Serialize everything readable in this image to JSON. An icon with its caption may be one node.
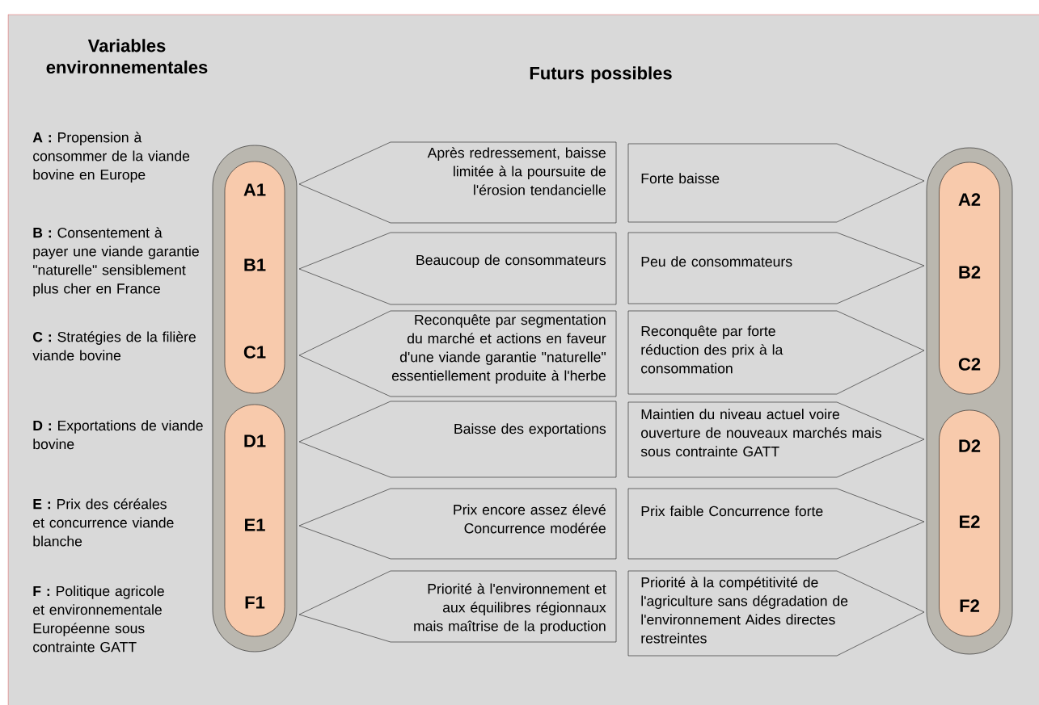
{
  "diagram": {
    "nodes": [
      {
        "text": [],
        "shape": "capsule"
      },
      {
        "text": [
          "A1",
          "B1",
          "C1"
        ],
        "in": 0
      },
      {
        "text": [
          "D1",
          "E1",
          "F1"
        ],
        "in": 0
      },
      {
        "text": [
          "Après redressement,  baisse limitée à la poursuite de l'érosion tendancielle"
        ]
      },
      {
        "text": [
          "Forte baisse"
        ]
      },
      {
        "text": [
          "Beaucoup de consommateurs"
        ]
      },
      {
        "text": [
          "Peu de consommateurs"
        ]
      },
      {
        "text": [
          "Reconquête par segmentation du marché et actions en faveur d'une viande garantie \"naturelle\" essentiellement produite à l'herbe"
        ]
      },
      {
        "text": [
          "Reconquête par forte réduction  des prix à la consommation"
        ]
      },
      {
        "text": [
          "Baisse des exportations"
        ]
      },
      {
        "text": [
          "Maintien du niveau actuel voire ouverture de nouveaux marchés mais sous contrainte GATT"
        ]
      },
      {
        "text": [
          "Prix encore assez élevé Concurrence modérée"
        ]
      },
      {
        "text": [
          "Prix faible Concurrence forte"
        ]
      },
      {
        "text": [
          "Priorité à l'environnement et aux équilibres régionnaux mais maîtrise de la production"
        ]
      },
      {
        "text": [
          "Priorité à la compétitivité de l'agriculture sans dégradation de l'environnement Aides directes restreintes"
        ]
      },
      {
        "text": [],
        "shape": "capsule"
      },
      {
        "text": [
          "A2",
          "B2",
          "C2"
        ],
        "in": 15
      },
      {
        "text": [
          "D2",
          "E2",
          "F2"
        ],
        "in": 15
      }
    ],
    "labels": [
      "Variables environnementales",
      "Futurs possibles",
      "**A :** Propension à consommer de la viande bovine en Europe",
      "**B :** Consentement à payer une viande garantie \"naturelle\" sensiblement plus cher en France",
      "**C :** Stratégies de la filière viande bovine",
      "**D :** Exportations de viande bovine",
      "**E :** Prix des céréales et concurrence viande blanche",
      "**F :** Politique agricole et environnementale Européenne sous contrainte GATT"
    ]
  }
}
